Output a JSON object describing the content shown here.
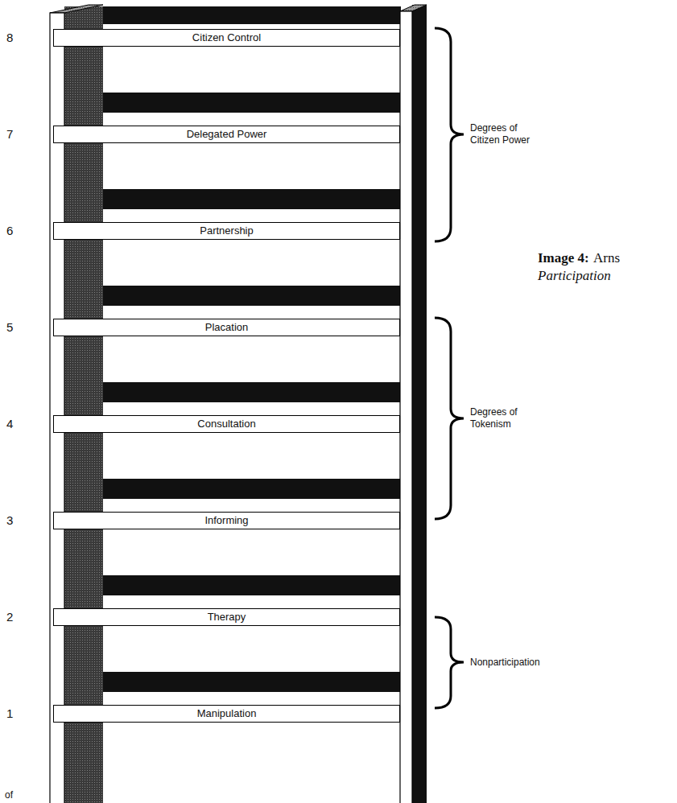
{
  "diagram": {
    "nodes": [
      {
        "text": [
          "Citizen Control"
        ]
      },
      {
        "text": [
          "Delegated Power"
        ]
      },
      {
        "text": [
          "Partnership"
        ]
      },
      {
        "text": [
          "Placation"
        ]
      },
      {
        "text": [
          "Consultation"
        ]
      },
      {
        "text": [
          "Informing"
        ]
      },
      {
        "text": [
          "Therapy"
        ]
      },
      {
        "text": [
          "Manipulation"
        ]
      }
    ],
    "labels": [
      "8",
      "7",
      "6",
      "5",
      "4",
      "3",
      "2",
      "1",
      "Degrees of Citizen Power",
      "Degrees of Tokenism",
      "Nonparticipation",
      "Image 4:",
      "Arns",
      "Participation",
      "of"
    ]
  }
}
